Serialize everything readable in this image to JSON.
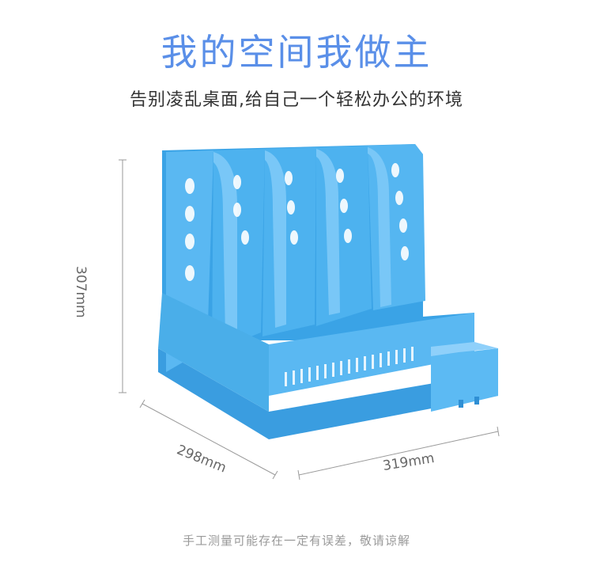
{
  "header": {
    "title": "我的空间我做主",
    "subtitle": "告别凌乱桌面,给自己一个轻松办公的环境"
  },
  "dimensions": {
    "height": "307mm",
    "depth": "298mm",
    "width": "319mm"
  },
  "footer": {
    "note": "手工测量可能存在一定有误差，敬请谅解"
  },
  "colors": {
    "title": "#5a8fe8",
    "product_main": "#4fb0ee",
    "product_dark": "#2f8fd4",
    "product_light": "#8fd0fa"
  }
}
